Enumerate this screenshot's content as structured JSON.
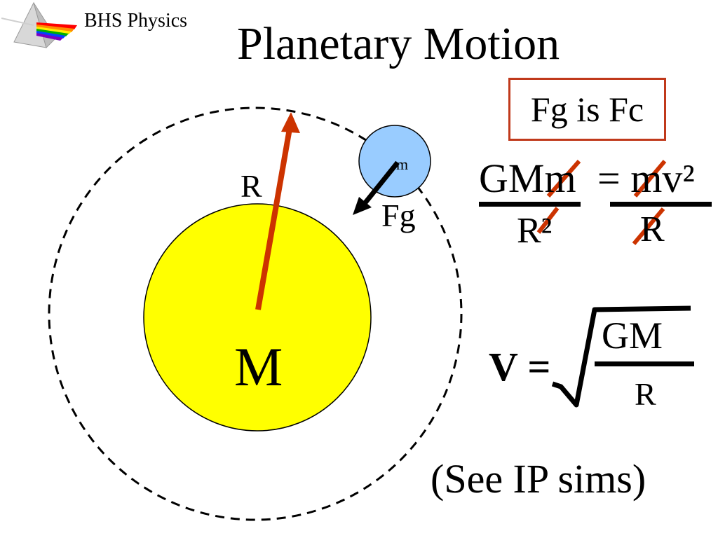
{
  "header": {
    "brand": "BHS Physics",
    "title": "Planetary Motion"
  },
  "diagram": {
    "radius_label": "R",
    "force_label": "Fg",
    "small_mass_label": "m",
    "large_mass_label": "M"
  },
  "equations": {
    "boxed_statement": "Fg is Fc",
    "left_numerator": "GMm",
    "left_denominator": "R²",
    "right_numerator": "= mv²",
    "right_denominator": "R",
    "velocity_lhs": "V =",
    "velocity_numerator": "GM",
    "velocity_denominator": "R"
  },
  "footer_note": "(See IP sims)",
  "colors": {
    "sun": "#ffff00",
    "planet": "#99ccff",
    "radius_arrow": "#cc3300",
    "cancel_mark": "#cc3300",
    "box_border": "#c0391b"
  },
  "icons": {
    "logo": "prism-rainbow-icon"
  }
}
